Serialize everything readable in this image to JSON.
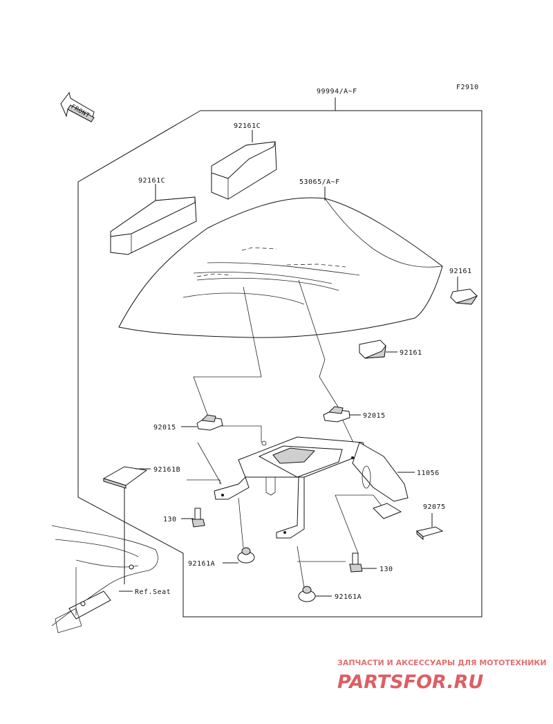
{
  "figure_code": "F2910",
  "front_arrow": "FRONT",
  "labels": {
    "set": "99994/A~F",
    "cover": "53065/A~F",
    "pad_c_top": "92161C",
    "pad_c_left": "92161C",
    "pad_right": "92161",
    "pad_mid": "92161",
    "clip_left": "92015",
    "clip_right": "92015",
    "pad_b": "92161B",
    "bracket": "11056",
    "bolt_left": "130",
    "bolt_right": "130",
    "damper_left": "92161A",
    "damper_right": "92161A",
    "pad_75": "92075",
    "ref_seat": "Ref.Seat"
  },
  "watermark": {
    "tagline": "ЗАПЧАСТИ И АКСЕССУАРЫ ДЛЯ МОТОТЕХНИКИ",
    "brand": "PARTSFOR.RU"
  },
  "colors": {
    "line": "#111111",
    "watermark": "#d8434a"
  }
}
